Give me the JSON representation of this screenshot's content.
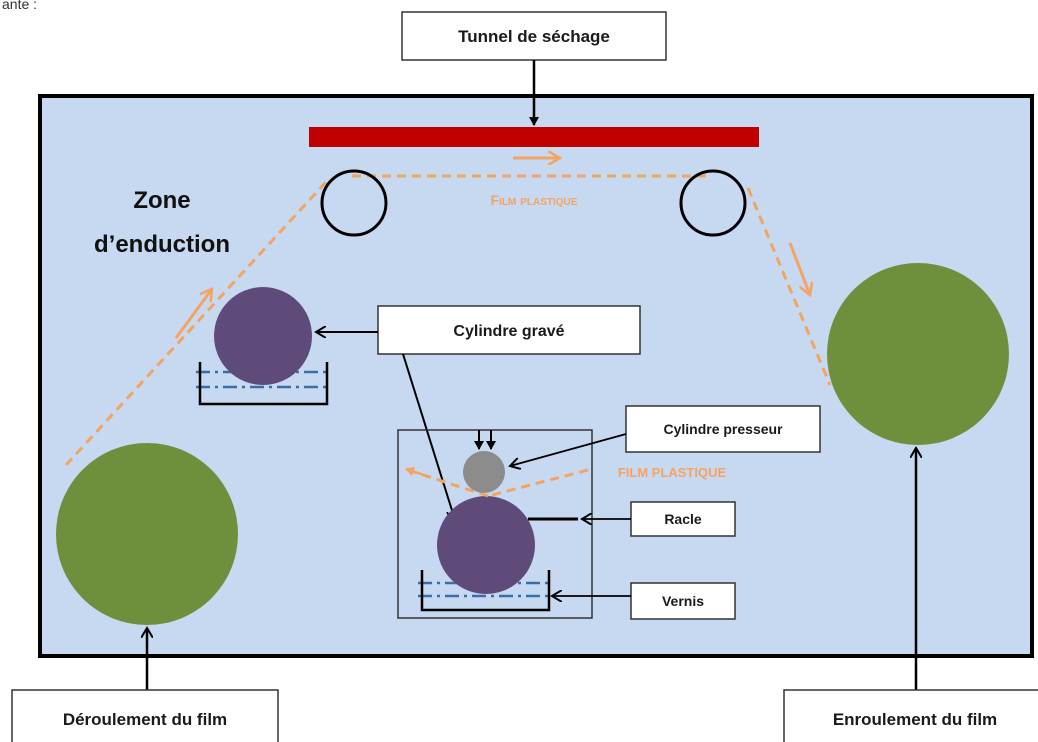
{
  "stray_text": "ante :",
  "labels": {
    "tunnel": "Tunnel de séchage",
    "zone_line1": "Zone",
    "zone_line2": "d’enduction",
    "film_top": "Film plastique",
    "film_side": "FILM PLASTIQUE",
    "cylindre_grave": "Cylindre gravé",
    "cylindre_presseur": "Cylindre presseur",
    "racle": "Racle",
    "vernis": "Vernis",
    "deroulement": "Déroulement du film",
    "enroulement": "Enroulement du film"
  },
  "colors": {
    "frame_fill": "#c6d9f1",
    "dryer_bar": "#c00000",
    "film": "#f4a460",
    "engraved_cylinder": "#5f4b7a",
    "reel": "#6f8f3d",
    "pressure_cylinder": "#8c8c8c",
    "varnish_line": "#3b6fa3"
  }
}
